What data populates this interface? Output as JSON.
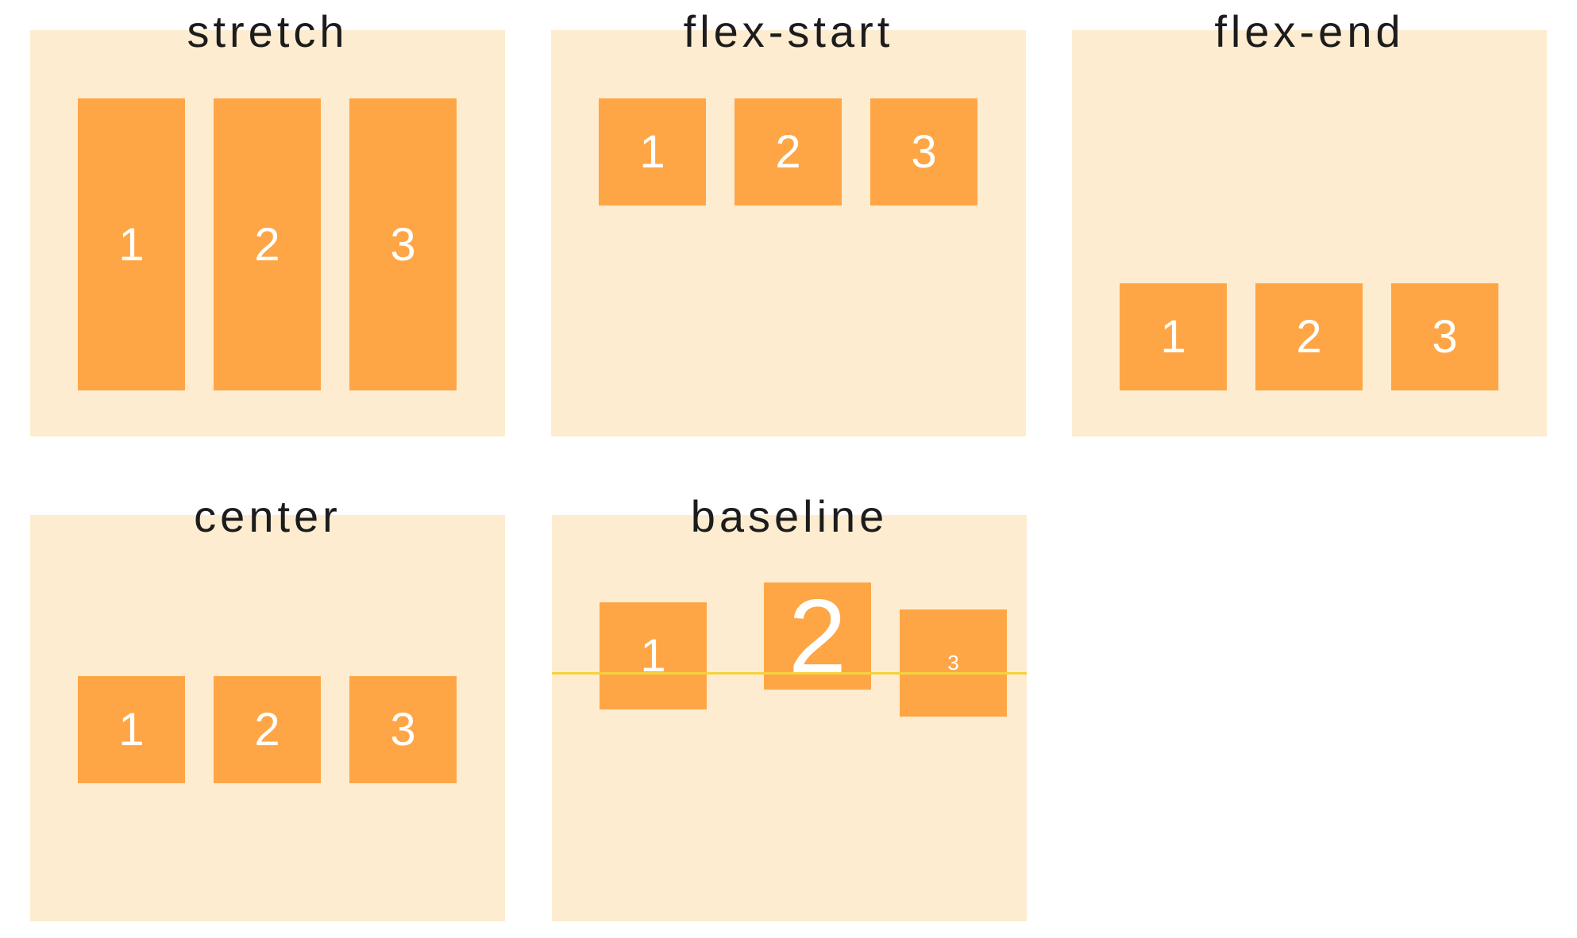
{
  "panels": {
    "stretch": {
      "title": "stretch",
      "items": [
        "1",
        "2",
        "3"
      ]
    },
    "flex_start": {
      "title": "flex-start",
      "items": [
        "1",
        "2",
        "3"
      ]
    },
    "flex_end": {
      "title": "flex-end",
      "items": [
        "1",
        "2",
        "3"
      ]
    },
    "center": {
      "title": "center",
      "items": [
        "1",
        "2",
        "3"
      ]
    },
    "baseline": {
      "title": "baseline",
      "items": [
        "1",
        "2",
        "3"
      ]
    }
  },
  "colors": {
    "panel_background": "#fdecd0",
    "item_background": "#fea646",
    "item_text": "#ffffff",
    "baseline_line": "#f5d23e",
    "title_text": "#1c1c1c"
  }
}
